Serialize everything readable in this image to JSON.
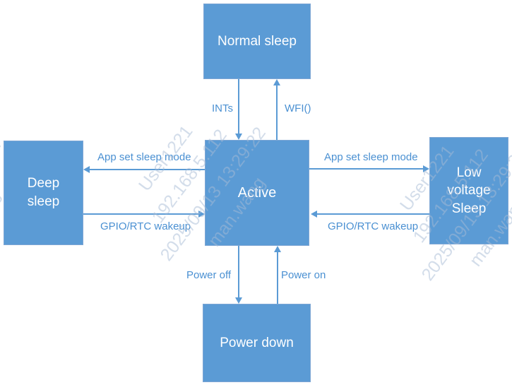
{
  "diagram": {
    "nodes": [
      {
        "id": "normal_sleep",
        "label": "Normal sleep"
      },
      {
        "id": "active",
        "label": "Active"
      },
      {
        "id": "deep_sleep",
        "label": "Deep sleep"
      },
      {
        "id": "low_voltage_sleep",
        "label": "Low voltage Sleep"
      },
      {
        "id": "power_down",
        "label": "Power down"
      }
    ],
    "edges": [
      {
        "from": "normal_sleep",
        "to": "active",
        "label": "INTs"
      },
      {
        "from": "active",
        "to": "normal_sleep",
        "label": "WFI()"
      },
      {
        "from": "active",
        "to": "deep_sleep",
        "label": "App set sleep mode"
      },
      {
        "from": "deep_sleep",
        "to": "active",
        "label": "GPIO/RTC wakeup"
      },
      {
        "from": "active",
        "to": "low_voltage_sleep",
        "label": "App set sleep mode"
      },
      {
        "from": "low_voltage_sleep",
        "to": "active",
        "label": "GPIO/RTC wakeup"
      },
      {
        "from": "active",
        "to": "power_down",
        "label": "Power off"
      },
      {
        "from": "power_down",
        "to": "active",
        "label": "Power on"
      }
    ],
    "colors": {
      "node_fill": "#5B9BD5",
      "node_text": "#FFFFFF",
      "edge_line": "#5B9BD5",
      "edge_label_text": "#4A90D2",
      "watermark_text": "#A8BBD6",
      "background": "#FFFFFF"
    }
  },
  "watermark": {
    "lines": [
      "User1221",
      "192.168.5.112",
      "2025/09/13 13:29:22",
      "man.wang"
    ]
  }
}
